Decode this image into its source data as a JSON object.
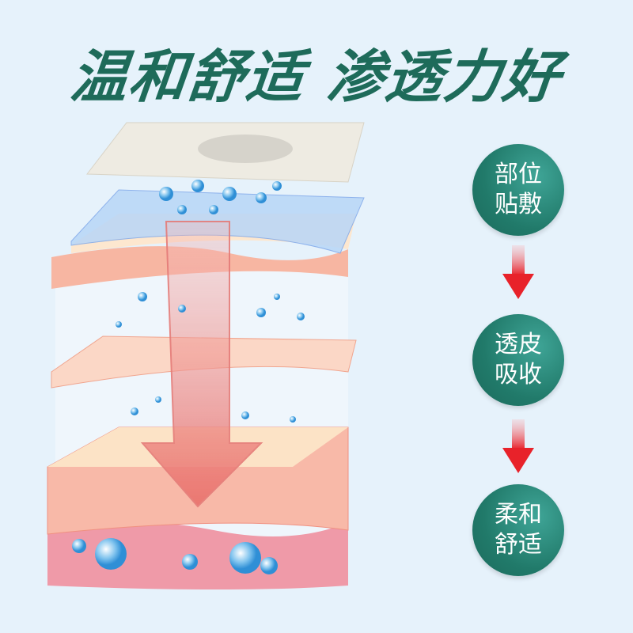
{
  "title": {
    "part1": "温和舒适",
    "part2": "渗透力好"
  },
  "steps": [
    {
      "line1": "部位",
      "line2": "贴敷"
    },
    {
      "line1": "透皮",
      "line2": "吸收"
    },
    {
      "line1": "柔和",
      "line2": "舒适"
    }
  ],
  "colors": {
    "accent": "#1e6b5a",
    "circle": "#217a6a",
    "arrow": "#e8222a",
    "background": "#e6f2fb"
  }
}
